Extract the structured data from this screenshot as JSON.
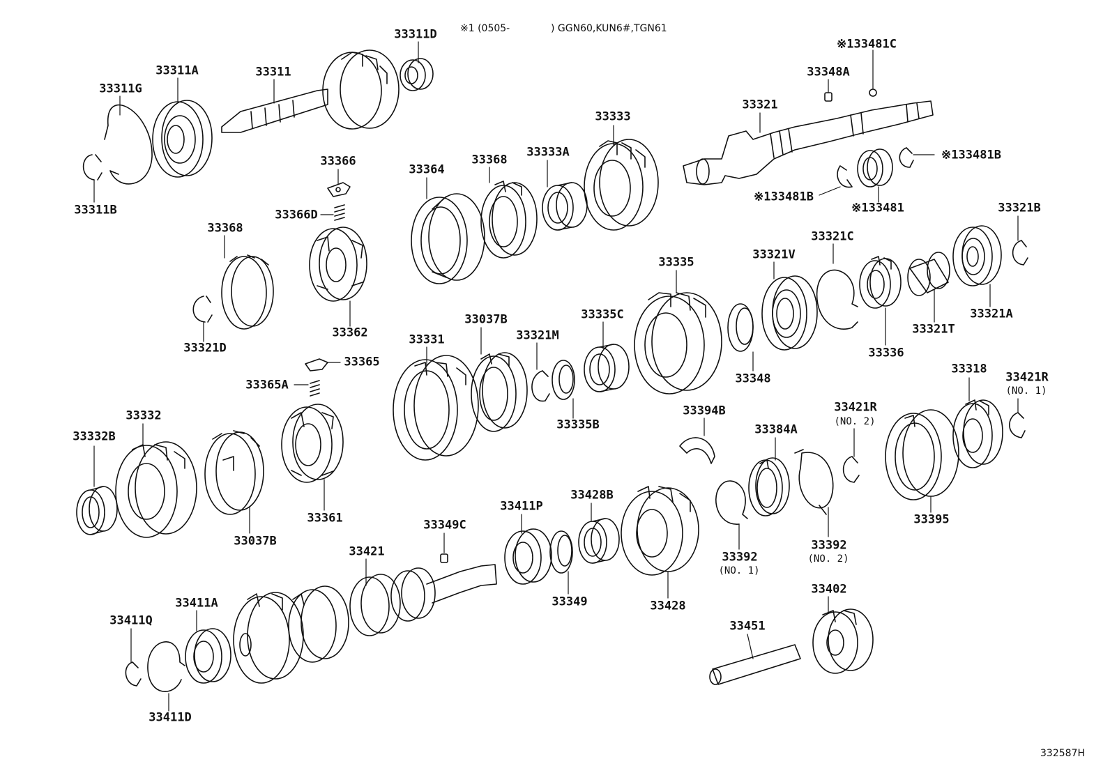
{
  "header": {
    "note_a": "※1 (0505-",
    "note_b": ") GGN60,KUN6#,TGN61"
  },
  "drawing_id": "332587H",
  "labels": {
    "p33311D": "33311D",
    "p33311A": "33311A",
    "p33311": "33311",
    "p33311G": "33311G",
    "p33311B": "33311B",
    "p33366": "33366",
    "p33366D": "33366D",
    "p33368a": "33368",
    "p33362": "33362",
    "p33321D": "33321D",
    "p33364": "33364",
    "p33368b": "33368",
    "p33333A": "33333A",
    "p33333": "33333",
    "p133481C": "※133481C",
    "p33348A": "33348A",
    "p33321": "33321",
    "p133481Ba": "※133481B",
    "p133481Bb": "※133481B",
    "p133481": "※133481",
    "p33321B": "33321B",
    "p33321C": "33321C",
    "p33321V": "33321V",
    "p33335": "33335",
    "p33336": "33336",
    "p33321T": "33321T",
    "p33321A": "33321A",
    "p33348": "33348",
    "p33331": "33331",
    "p33037Ba": "33037B",
    "p33321M": "33321M",
    "p33335C": "33335C",
    "p33335B": "33335B",
    "p33365": "33365",
    "p33365A": "33365A",
    "p33332": "33332",
    "p33332B": "33332B",
    "p33037Bb": "33037B",
    "p33361": "33361",
    "p33394B": "33394B",
    "p33384A": "33384A",
    "p33421R2": "33421R",
    "p33421R2sub": "(NO. 2)",
    "p33318": "33318",
    "p33421R1": "33421R",
    "p33421R1sub": "(NO. 1)",
    "p33395": "33395",
    "p33411P": "33411P",
    "p33428B": "33428B",
    "p33349C": "33349C",
    "p33421": "33421",
    "p33392a": "33392",
    "p33392asub": "(NO. 1)",
    "p33392b": "33392",
    "p33392bsub": "(NO. 2)",
    "p33349": "33349",
    "p33428": "33428",
    "p33402": "33402",
    "p33411A": "33411A",
    "p33411Q": "33411Q",
    "p33451": "33451",
    "p33411D": "33411D"
  },
  "colors": {
    "line": "#111111",
    "paper": "#ffffff"
  }
}
